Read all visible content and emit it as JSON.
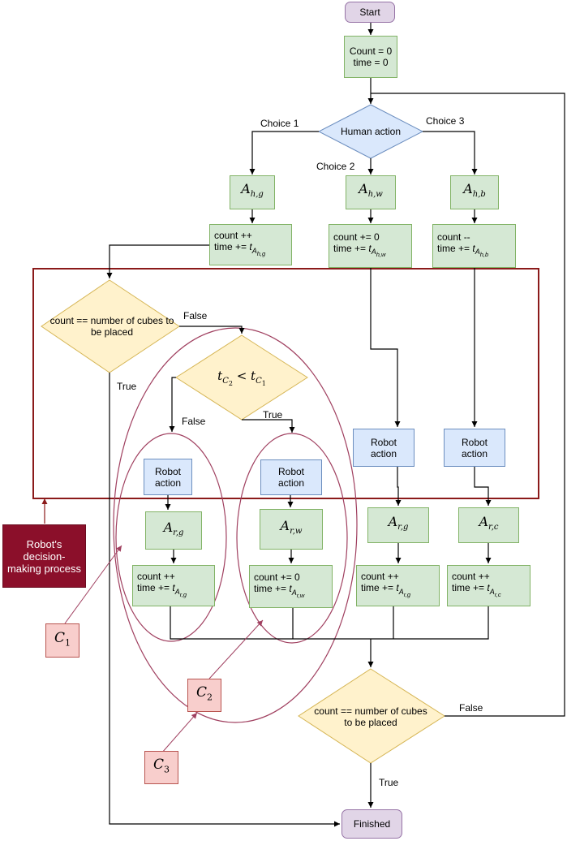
{
  "nodes": {
    "start": "Start",
    "init_count": "Count = 0",
    "init_time": "time = 0",
    "human_action": "Human action",
    "a_hg": {
      "base": "A",
      "sub": "h,g"
    },
    "a_hw": {
      "base": "A",
      "sub": "h,w"
    },
    "a_hb": {
      "base": "A",
      "sub": "h,b"
    },
    "upd_hg": {
      "line1": "count ++",
      "line2": "time += ",
      "t": "t",
      "sub": "A",
      "subsub": "h,g"
    },
    "upd_hw": {
      "line1": "count += 0",
      "line2": "time += ",
      "t": "t",
      "sub": "A",
      "subsub": "h,w"
    },
    "upd_hb": {
      "line1": "count --",
      "line2": "time += ",
      "t": "t",
      "sub": "A",
      "subsub": "h,b"
    },
    "check_top": "count == number of cubes to be placed",
    "compare": {
      "t1": "t",
      "sub1": "C",
      "subsub1": "2",
      "op": " < ",
      "t2": "t",
      "sub2": "C",
      "subsub2": "1"
    },
    "robot_action": "Robot action",
    "a_rg": {
      "base": "A",
      "sub": "r,g"
    },
    "a_rw": {
      "base": "A",
      "sub": "r,w"
    },
    "a_rc": {
      "base": "A",
      "sub": "r,c"
    },
    "upd_rg": {
      "line1": "count ++",
      "line2": "time += ",
      "t": "t",
      "sub": "A",
      "subsub": "r,g"
    },
    "upd_rw": {
      "line1": "count += 0",
      "line2": "time += ",
      "t": "t",
      "sub": "A",
      "subsub": "r,w"
    },
    "upd_rc": {
      "line1": "count ++",
      "line2": "time += ",
      "t": "t",
      "sub": "A",
      "subsub": "r,c"
    },
    "check_bottom": "count == number of cubes to be placed",
    "finished": "Finished",
    "robot_process": "Robot's decision-making process",
    "c1": {
      "base": "C",
      "sub": "1"
    },
    "c2": {
      "base": "C",
      "sub": "2"
    },
    "c3": {
      "base": "C",
      "sub": "3"
    }
  },
  "edge_labels": {
    "choice1": "Choice 1",
    "choice2": "Choice 2",
    "choice3": "Choice 3",
    "false_top": "False",
    "true_top": "True",
    "false_cmp": "False",
    "true_cmp": "True",
    "false_bottom": "False",
    "true_bottom": "True"
  },
  "colors": {
    "process_fill": "#d5e8d4",
    "robot_fill": "#dae8fc",
    "decision_fill": "#fff2cc",
    "terminal_fill": "#e1d5e7",
    "cluster_fill": "#f8cecc",
    "robot_process_fill": "#8b0f2a",
    "frame_stroke": "#8b1a1a",
    "ellipse_stroke": "#a04060"
  }
}
